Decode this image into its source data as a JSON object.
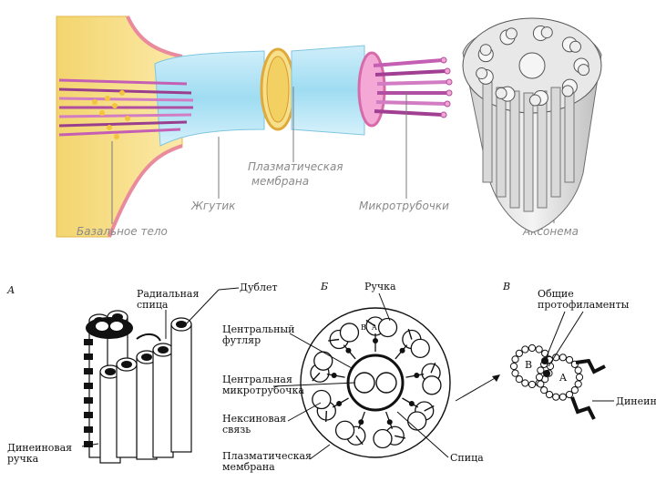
{
  "top_labels": {
    "basal_body": "Базальное тело",
    "flagellum": "Жгутик",
    "plasma_membrane": "Плазматическая мембрана",
    "microtubules": "Микротрубочки",
    "axoneme": "Аксонема"
  },
  "panel_letters": {
    "a": "А",
    "b": "Б",
    "v": "В"
  },
  "panel_a": {
    "radial_spoke": "Радиальная спица",
    "doublet": "Дублет",
    "dynein_arm": "Динеиновая ручка"
  },
  "panel_b": {
    "arm": "Ручка",
    "central_sheath": "Центральный футляр",
    "central_microtubule": "Центральная микротрубочка",
    "nexin_link": "Нексиновая связь",
    "plasma_membrane": "Плазматическая мембрана",
    "spoke": "Спица"
  },
  "panel_v": {
    "common_protofilaments": "Общие протофиламенты",
    "dynein": "Динеин",
    "tubule_b": "B",
    "tubule_a": "A"
  }
}
